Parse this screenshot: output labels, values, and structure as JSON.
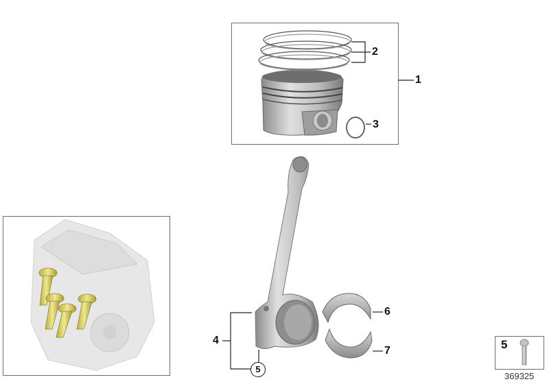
{
  "diagram": {
    "type": "exploded-parts-diagram",
    "subject": "Piston and connecting rod assembly",
    "callouts": [
      {
        "id": "1",
        "label": "1",
        "part": "piston-assembly"
      },
      {
        "id": "2",
        "label": "2",
        "part": "piston-rings"
      },
      {
        "id": "3",
        "label": "3",
        "part": "circlip"
      },
      {
        "id": "4",
        "label": "4",
        "part": "connecting-rod"
      },
      {
        "id": "5",
        "label": "5",
        "part": "connecting-rod-bolt",
        "circled": true
      },
      {
        "id": "6",
        "label": "6",
        "part": "upper-bearing-shell"
      },
      {
        "id": "7",
        "label": "7",
        "part": "lower-bearing-shell"
      }
    ],
    "detail_box": {
      "label": "5",
      "part": "bolt"
    },
    "reference_number": "369325",
    "overview": {
      "part": "engine-block-with-highlighted-pistons",
      "highlight_color": "#d9cf6a"
    }
  },
  "colors": {
    "part_gray": "#b5b5b5",
    "part_dark": "#7f7f7f",
    "leader": "#222222",
    "box_border": "#6f6f6f"
  }
}
